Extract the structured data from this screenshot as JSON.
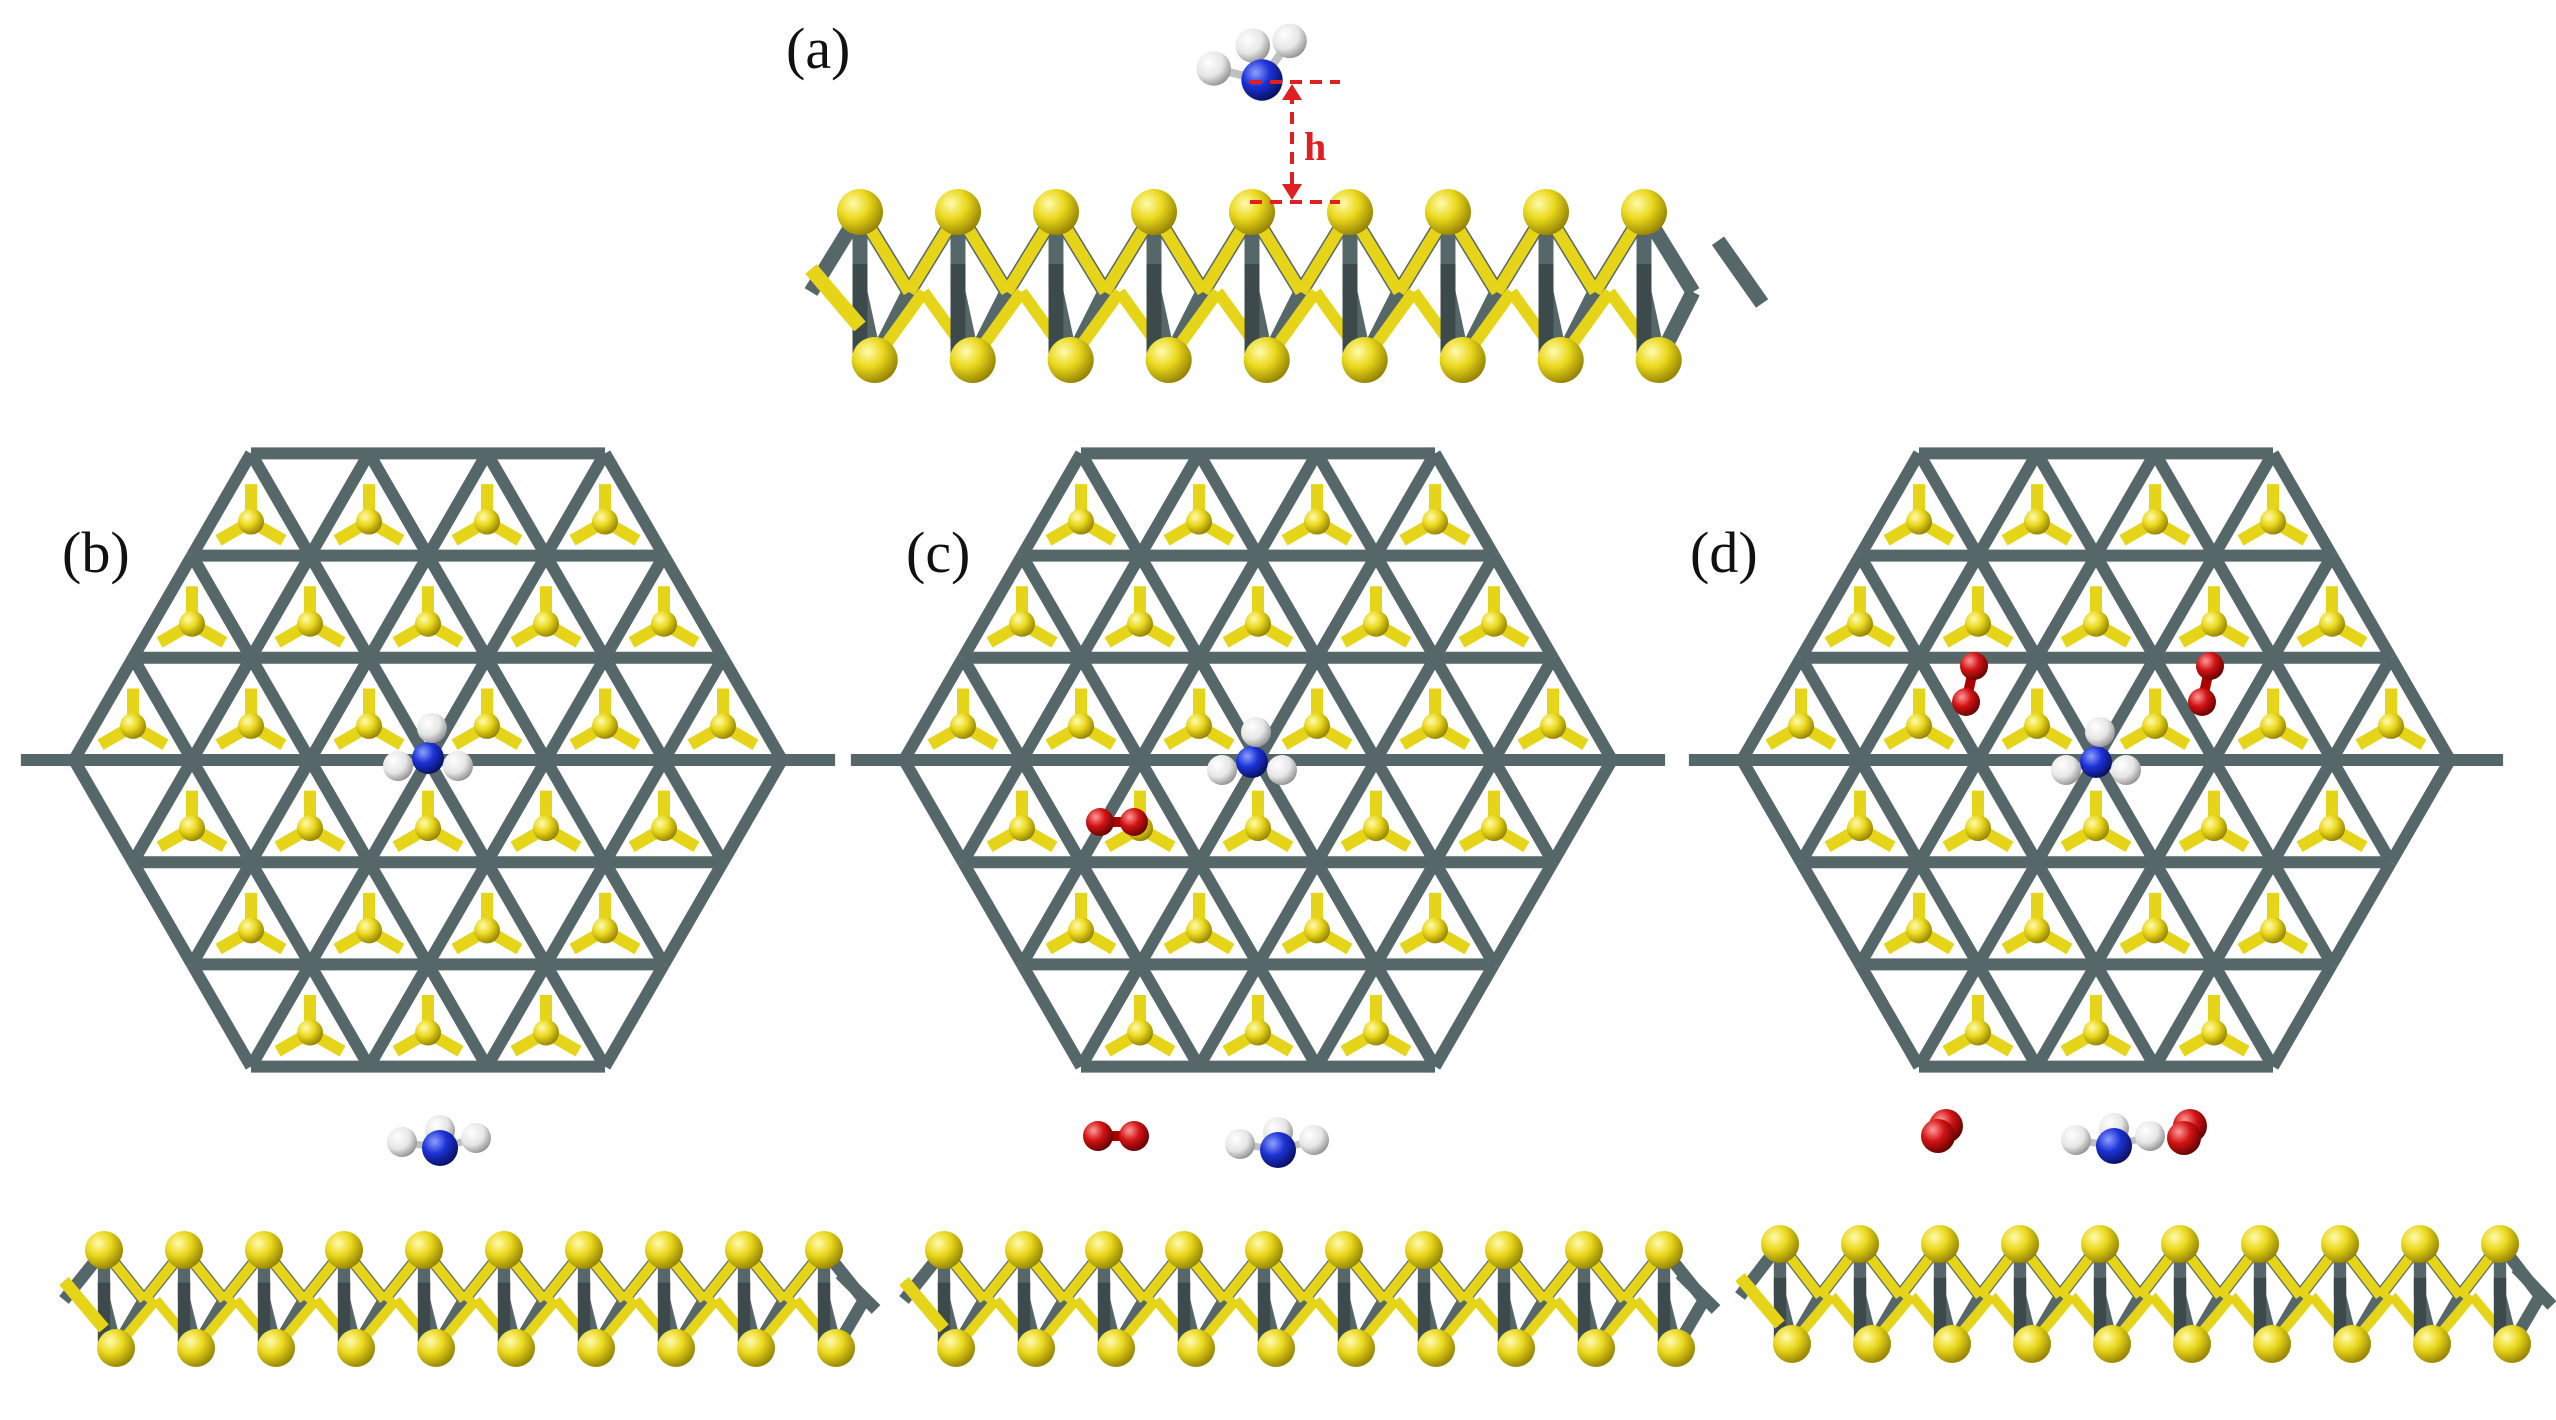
{
  "panels": [
    {
      "id": "a",
      "label": "(a)",
      "height_label": "h",
      "adsorbates": [
        "NH3"
      ]
    },
    {
      "id": "b",
      "label": "(b)",
      "adsorbates": [
        "NH3"
      ]
    },
    {
      "id": "c",
      "label": "(c)",
      "adsorbates": [
        "NH3",
        "O2"
      ]
    },
    {
      "id": "d",
      "label": "(d)",
      "adsorbates": [
        "NH3",
        "O2",
        "O2"
      ]
    }
  ],
  "colors": {
    "metal_atom": "#56676a",
    "sulfur_atom": "#e6d418",
    "nitrogen_atom": "#1c32d6",
    "hydrogen_atom": "#eeeeee",
    "oxygen_atom": "#d21414",
    "height_marker": "#e02020",
    "background": "#ffffff"
  }
}
